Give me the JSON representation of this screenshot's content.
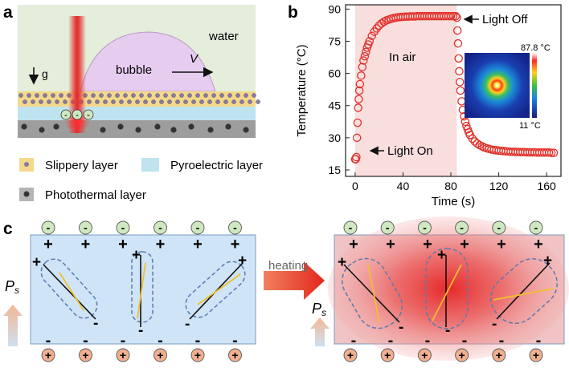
{
  "figure": {
    "panel_a": {
      "letter": "a",
      "water_label": "water",
      "bubble_label": "bubble",
      "velocity_label": "V",
      "gravity_label": "g",
      "charge_sign": "-",
      "legend": [
        {
          "label": "Slippery layer",
          "color": "#f4d98c"
        },
        {
          "label": "Pyroelectric layer",
          "color": "#bfe3ef"
        },
        {
          "label": "Photothermal layer",
          "color": "#9d9d9d"
        }
      ],
      "colors": {
        "water": "#e4eedb",
        "bubble": "#e6cdef",
        "laser": "#e43a3a"
      }
    },
    "panel_b": {
      "letter": "b",
      "annotation_in_air": "In air",
      "annotation_light_off": "Light Off",
      "annotation_light_on": "Light On",
      "inset_max": "87.8 °C",
      "inset_min": "11 °C"
    },
    "panel_c": {
      "letter": "c",
      "heating_label": "heating",
      "ps_label_main": "P",
      "ps_label_sub": "s",
      "plus_sign": "+",
      "minus_sign": "-",
      "colors": {
        "domain_fill": "#cfe4f6",
        "hot": "#e62a2a",
        "arrow": "#e53a28",
        "yellow_dipole": "#f0c030"
      }
    }
  },
  "chart_data": {
    "type": "scatter",
    "title": "",
    "xlabel": "Time (s)",
    "ylabel": "Temperature (°C)",
    "xlim": [
      -8,
      172
    ],
    "ylim": [
      12,
      92
    ],
    "xticks": [
      0,
      40,
      80,
      120,
      160
    ],
    "yticks": [
      15,
      30,
      45,
      60,
      75,
      90
    ],
    "highlight_region": [
      0,
      85
    ],
    "series": [
      {
        "color": "#e0302a",
        "x": [
          0,
          0.5,
          1,
          1.5,
          2,
          2.5,
          3,
          3.5,
          4,
          5,
          6,
          7,
          8,
          9,
          10,
          11,
          12,
          14,
          16,
          18,
          20,
          22,
          24,
          26,
          28,
          30,
          32,
          34,
          36,
          38,
          40,
          42,
          44,
          46,
          48,
          50,
          52,
          54,
          56,
          58,
          60,
          62,
          64,
          66,
          68,
          70,
          72,
          74,
          76,
          78,
          80,
          82,
          84,
          85,
          85.5,
          86,
          86.5,
          87,
          87.5,
          88,
          89,
          90,
          91,
          92,
          93,
          94,
          95,
          96,
          98,
          100,
          102,
          104,
          106,
          108,
          110,
          112,
          114,
          116,
          118,
          120,
          122,
          124,
          126,
          128,
          130,
          132,
          134,
          136,
          138,
          140,
          142,
          144,
          146,
          148,
          150,
          152,
          154,
          156,
          158,
          160,
          162,
          164,
          166
        ],
        "y": [
          20,
          20,
          21,
          30,
          37,
          44,
          48,
          52,
          55,
          59,
          63,
          66,
          68,
          70,
          72,
          73.5,
          75,
          77.5,
          79.5,
          81,
          82.3,
          83.3,
          84.1,
          84.7,
          85.1,
          85.5,
          85.8,
          86,
          86.2,
          86.3,
          86.4,
          86.5,
          86.5,
          86.6,
          86.6,
          86.6,
          86.7,
          86.7,
          86.7,
          86.7,
          86.7,
          86.7,
          86.7,
          86.7,
          86.7,
          86.7,
          86.7,
          86.7,
          86.7,
          86.7,
          86.7,
          86.7,
          86.7,
          86,
          80,
          74,
          67,
          61,
          56,
          52,
          47,
          43,
          40,
          37.5,
          35.5,
          34,
          32.5,
          31.3,
          29.6,
          28.3,
          27.3,
          26.6,
          26,
          25.5,
          25.1,
          24.8,
          24.5,
          24.3,
          24.2,
          24,
          23.9,
          23.8,
          23.7,
          23.6,
          23.5,
          23.5,
          23.4,
          23.4,
          23.3,
          23.3,
          23.3,
          23.2,
          23.2,
          23.2,
          23.2,
          23.1,
          23.1,
          23.1,
          23.1,
          23.1,
          23.1,
          23.0,
          23.0
        ]
      }
    ]
  }
}
